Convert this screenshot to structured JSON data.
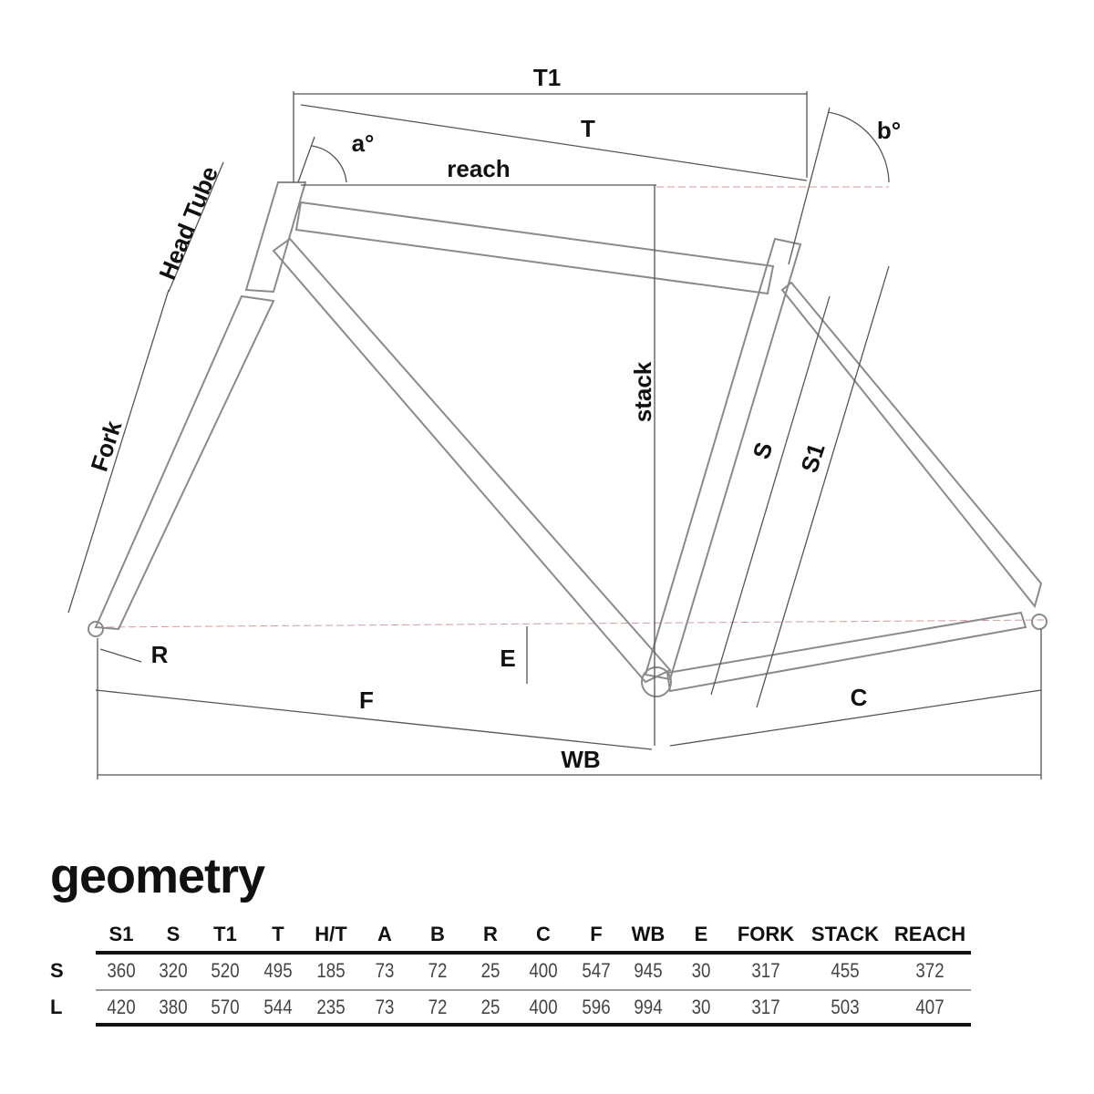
{
  "diagram_labels": {
    "t1": "T1",
    "t": "T",
    "reach": "reach",
    "a": "a°",
    "b": "b°",
    "head_tube": "Head Tube",
    "fork": "Fork",
    "stack": "stack",
    "s": "S",
    "s1": "S1",
    "r": "R",
    "e": "E",
    "f": "F",
    "c": "C",
    "wb": "WB"
  },
  "geometry": {
    "title": "geometry",
    "columns": [
      "S1",
      "S",
      "T1",
      "T",
      "H/T",
      "A",
      "B",
      "R",
      "C",
      "F",
      "WB",
      "E",
      "FORK",
      "STACK",
      "REACH"
    ],
    "rows": [
      {
        "size": "S",
        "values": [
          "360",
          "320",
          "520",
          "495",
          "185",
          "73",
          "72",
          "25",
          "400",
          "547",
          "945",
          "30",
          "317",
          "455",
          "372"
        ]
      },
      {
        "size": "L",
        "values": [
          "420",
          "380",
          "570",
          "544",
          "235",
          "73",
          "72",
          "25",
          "400",
          "596",
          "994",
          "30",
          "317",
          "503",
          "407"
        ]
      }
    ]
  }
}
